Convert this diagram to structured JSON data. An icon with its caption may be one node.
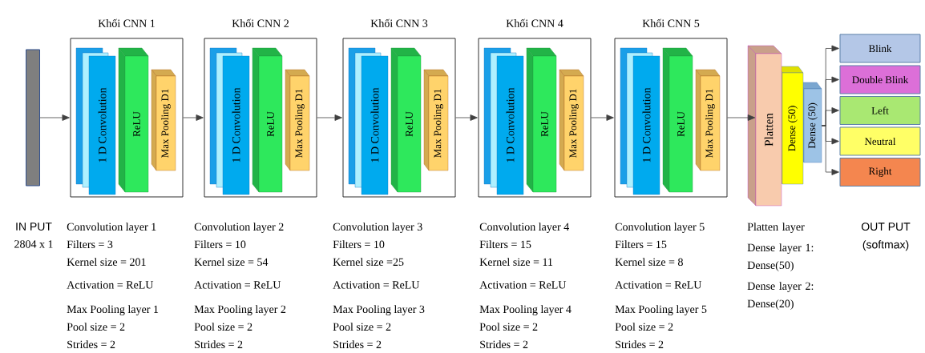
{
  "diagram": {
    "nodes": [
      {
        "text": [],
        "shape": "bar"
      },
      {
        "text": [
          "Khối CNN 1"
        ]
      },
      {
        "text": [
          "1 D Convolution"
        ],
        "in": 1
      },
      {
        "text": [
          "ReLU"
        ],
        "in": 1
      },
      {
        "text": [
          "Max Pooling D1"
        ],
        "in": 1
      },
      {
        "text": [
          "Khối CNN 2"
        ]
      },
      {
        "text": [
          "1 D Convolution"
        ],
        "in": 5
      },
      {
        "text": [
          "ReLU"
        ],
        "in": 5
      },
      {
        "text": [
          "Max Pooling D1"
        ],
        "in": 5
      },
      {
        "text": [
          "Khối CNN 3"
        ]
      },
      {
        "text": [
          "1 D Convolution"
        ],
        "in": 9
      },
      {
        "text": [
          "ReLU"
        ],
        "in": 9
      },
      {
        "text": [
          "Max Pooling D1"
        ],
        "in": 9
      },
      {
        "text": [
          "Khối CNN 4"
        ]
      },
      {
        "text": [
          "1 D Convolution"
        ],
        "in": 13
      },
      {
        "text": [
          "ReLU"
        ],
        "in": 13
      },
      {
        "text": [
          "Max Pooling D1"
        ],
        "in": 13
      },
      {
        "text": [
          "Khối CNN 5"
        ]
      },
      {
        "text": [
          "1 D Convolution"
        ],
        "in": 17
      },
      {
        "text": [
          "ReLU"
        ],
        "in": 17
      },
      {
        "text": [
          "Max Pooling D1"
        ],
        "in": 17
      },
      {
        "text": [
          "Platten"
        ]
      },
      {
        "text": [
          "Dense (50)"
        ]
      },
      {
        "text": [
          "Dense (50)"
        ]
      },
      {
        "text": [
          "Blink"
        ]
      },
      {
        "text": [
          "Double Blink"
        ]
      },
      {
        "text": [
          "Left"
        ]
      },
      {
        "text": [
          "Neutral"
        ]
      },
      {
        "text": [
          "Right"
        ]
      }
    ],
    "edges": [
      {
        "from": 0,
        "to": 1,
        "arrow": "to"
      },
      {
        "from": 1,
        "to": 5,
        "arrow": "to"
      },
      {
        "from": 5,
        "to": 9,
        "arrow": "to"
      },
      {
        "from": 9,
        "to": 13,
        "arrow": "to"
      },
      {
        "from": 13,
        "to": 17,
        "arrow": "to"
      },
      {
        "from": 17,
        "to": 21,
        "arrow": "to"
      },
      {
        "from": 23,
        "to": 24,
        "arrow": "to"
      },
      {
        "from": 23,
        "to": 25,
        "arrow": "to"
      },
      {
        "from": 23,
        "to": 26,
        "arrow": "to"
      },
      {
        "from": 23,
        "to": 27,
        "arrow": "to"
      },
      {
        "from": 23,
        "to": 28,
        "arrow": "to"
      }
    ],
    "labels": [
      "IN PUT",
      "2804 x 1",
      "Convolution layer 1",
      "Filters = 3",
      "Kernel size = 201",
      "Activation = ReLU",
      "Max Pooling layer 1",
      "Pool size = 2",
      "Strides = 2",
      "Convolution layer 2",
      "Filters = 10",
      "Kernel size = 54",
      "Activation = ReLU",
      "Max Pooling layer 2",
      "Pool size = 2",
      "Strides = 2",
      "Convolution layer 3",
      "Filters = 10",
      "Kernel size =25",
      "Activation = ReLU",
      "Max Pooling layer 3",
      "Pool size = 2",
      "Strides = 2",
      "Convolution layer 4",
      "Filters = 15",
      "Kernel size = 11",
      "Activation = ReLU",
      "Max Pooling layer 4",
      "Pool size = 2",
      "Strides = 2",
      "Convolution layer 5",
      "Filters = 15",
      "Kernel size = 8",
      "Activation = ReLU",
      "Max Pooling layer 5",
      "Pool size = 2",
      "Strides = 2",
      "Platten layer",
      "Dense layer 1: Dense(50)",
      "Dense layer 2: Dense(20)",
      "OUT PUT",
      "(softmax)"
    ]
  }
}
